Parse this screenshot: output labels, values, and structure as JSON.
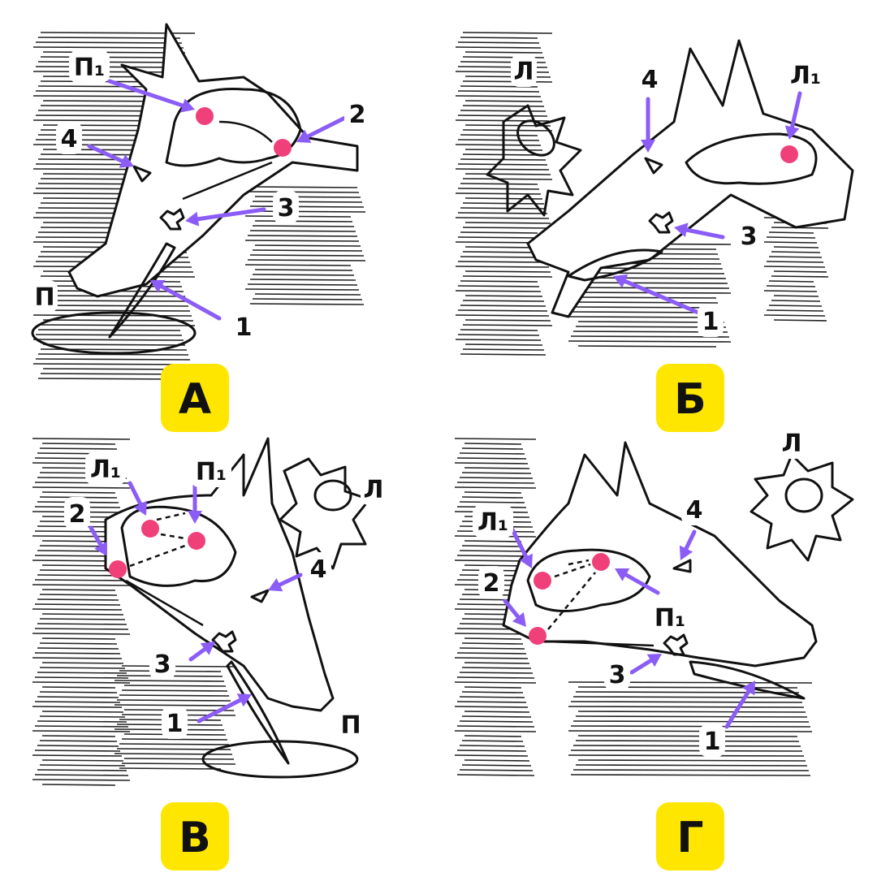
{
  "title": "Conditioned reflex formation diagram",
  "colors": {
    "badge": "#ffe600",
    "marker": "#f0407a",
    "arrow": "#8b5cf6"
  },
  "panels": {
    "a": {
      "badge": "А",
      "labels": {
        "p1": "П₁",
        "n2": "2",
        "n4": "4",
        "n3": "3",
        "p": "П",
        "n1": "1"
      }
    },
    "b": {
      "badge": "Б",
      "labels": {
        "l": "Л",
        "n4": "4",
        "l1": "Л₁",
        "n3": "3",
        "n1": "1"
      }
    },
    "v": {
      "badge": "В",
      "labels": {
        "l1": "Л₁",
        "p1": "П₁",
        "n2": "2",
        "l": "Л",
        "n4": "4",
        "n3": "3",
        "n1": "1",
        "p": "П"
      }
    },
    "g": {
      "badge": "Г",
      "labels": {
        "l": "Л",
        "l1": "Л₁",
        "n4": "4",
        "n2": "2",
        "p1": "П₁",
        "n3": "3",
        "n1": "1"
      }
    }
  }
}
